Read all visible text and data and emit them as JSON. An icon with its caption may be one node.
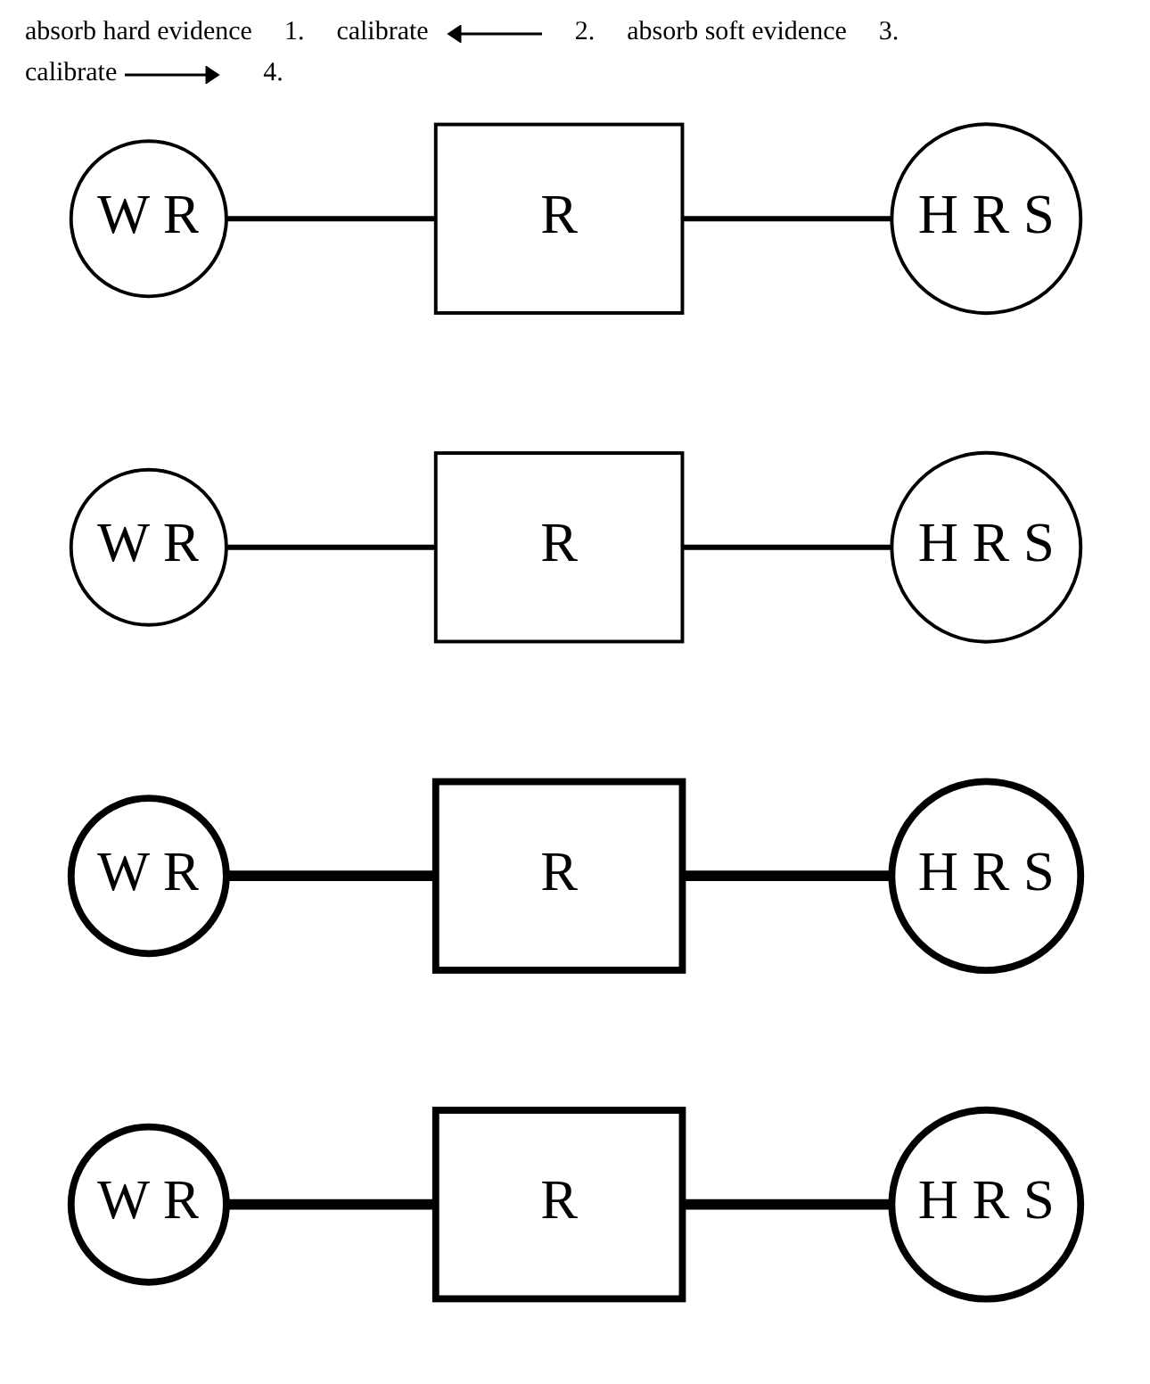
{
  "diagram": {
    "nodes": [
      {
        "text": [
          "W R"
        ]
      },
      {
        "text": [
          "R"
        ]
      },
      {
        "text": [
          "H R S"
        ]
      },
      {
        "text": [
          "W R"
        ]
      },
      {
        "text": [
          "R"
        ]
      },
      {
        "text": [
          "H R S"
        ]
      },
      {
        "text": [
          "W R"
        ]
      },
      {
        "text": [
          "R"
        ]
      },
      {
        "text": [
          "H R S"
        ]
      },
      {
        "text": [
          "W R"
        ]
      },
      {
        "text": [
          "R"
        ]
      },
      {
        "text": [
          "H R S"
        ]
      }
    ],
    "edges": [
      {
        "from": 0,
        "to": 1,
        "arrow": "none"
      },
      {
        "from": 1,
        "to": 2,
        "arrow": "none"
      },
      {
        "from": 3,
        "to": 4,
        "arrow": "none"
      },
      {
        "from": 4,
        "to": 5,
        "arrow": "none"
      },
      {
        "from": 6,
        "to": 7,
        "arrow": "none",
        "style": "thick"
      },
      {
        "from": 7,
        "to": 8,
        "arrow": "none",
        "style": "thick"
      },
      {
        "from": 9,
        "to": 10,
        "arrow": "none",
        "style": "thick"
      },
      {
        "from": 10,
        "to": 11,
        "arrow": "none",
        "style": "thick"
      }
    ],
    "labels": [
      "absorb hard evidence",
      "1.",
      "calibrate",
      "2.",
      "absorb soft evidence",
      "3.",
      "calibrate",
      "4."
    ]
  }
}
